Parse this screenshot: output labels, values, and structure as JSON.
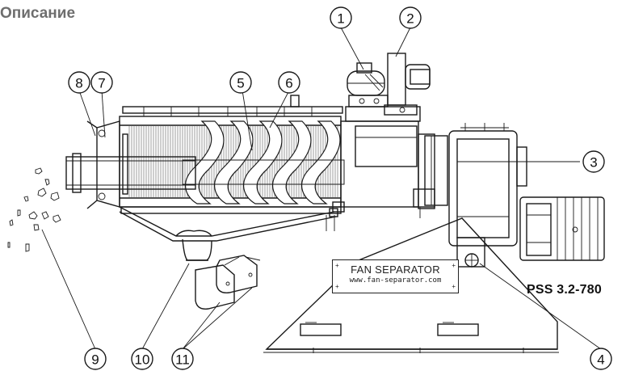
{
  "heading": "Описание",
  "model": "PSS 3.2-780",
  "nameplate": {
    "brand": "FAN SEPARATOR",
    "url": "www.fan-separator.com"
  },
  "callouts": [
    "1",
    "2",
    "3",
    "4",
    "5",
    "6",
    "7",
    "8",
    "9",
    "10",
    "11"
  ]
}
